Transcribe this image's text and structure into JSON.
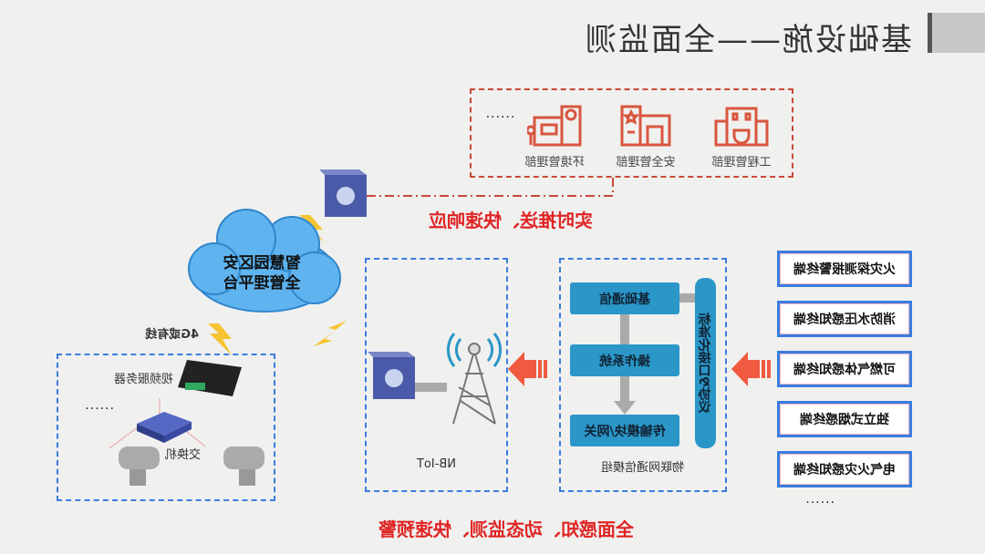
{
  "header": {
    "title": "基础设施——全面监测"
  },
  "departments": [
    {
      "label": "工程管理部"
    },
    {
      "label": "安全管理部"
    },
    {
      "label": "环境管理部"
    },
    {
      "label": "......"
    }
  ],
  "push_text": "实时推送、快速响应",
  "cloud": {
    "line1": "智慧园区安",
    "line2": "全管理平台"
  },
  "link_label": "4G或有线",
  "terminals": [
    "火灾探测报警终端",
    "消防水压感知终端",
    "可燃气体感知终端",
    "独立式烟感终端",
    "电气火灾感知终端"
  ],
  "terminals_more": "......",
  "iot_module": {
    "interface": "标准化接口&协议",
    "blocks": [
      "基础通信",
      "操作系统",
      "传输模块/网关"
    ],
    "label": "物联网通信模组"
  },
  "nbiot": {
    "label": "NB-IoT"
  },
  "video": {
    "server": "视频服务器",
    "switch": "交换机",
    "more": "......"
  },
  "footer_text": "全面感知、动态监测、快速预警",
  "colors": {
    "red": "#e02424",
    "blue": "#3a7de0",
    "module": "#2a97c8"
  }
}
